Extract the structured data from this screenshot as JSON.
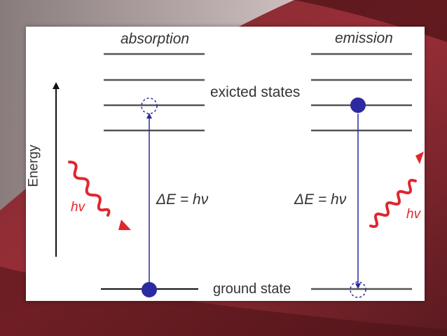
{
  "diagram": {
    "absorption_label": "absorption",
    "emission_label": "emission",
    "excited_label": "exicted states",
    "ground_label": "ground state",
    "energy_label": "Energy",
    "photon_left_label": "hv",
    "photon_right_label": "hv",
    "delta_left_label": "ΔE = hν",
    "delta_right_label": "ΔE = hν",
    "colors": {
      "background": "#6e1f27",
      "panel": "#ffffff",
      "levels": "#555555",
      "electron": "#2b2aa0",
      "photon": "#e1262d",
      "text": "#333333"
    }
  }
}
